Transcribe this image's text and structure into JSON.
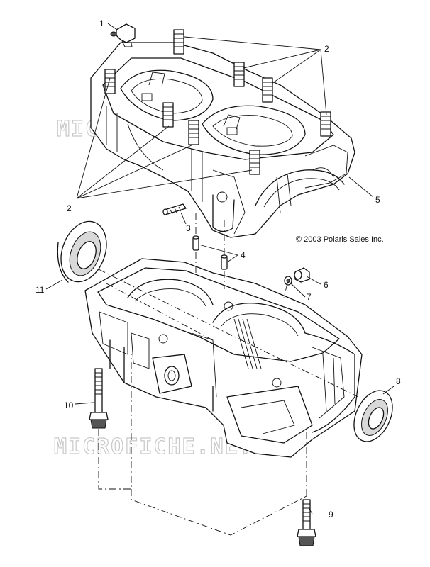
{
  "copyright": "© 2003 Polaris Sales Inc.",
  "watermark": "MICROFICHE.NET",
  "callouts": {
    "c1": "1",
    "c2a": "2",
    "c2b": "2",
    "c3": "3",
    "c4": "4",
    "c5": "5",
    "c6": "6",
    "c7": "7",
    "c8": "8",
    "c9": "9",
    "c10": "10",
    "c11": "11"
  },
  "colors": {
    "line": "#111111",
    "watermark": "#c8c8c8",
    "background": "#ffffff"
  }
}
